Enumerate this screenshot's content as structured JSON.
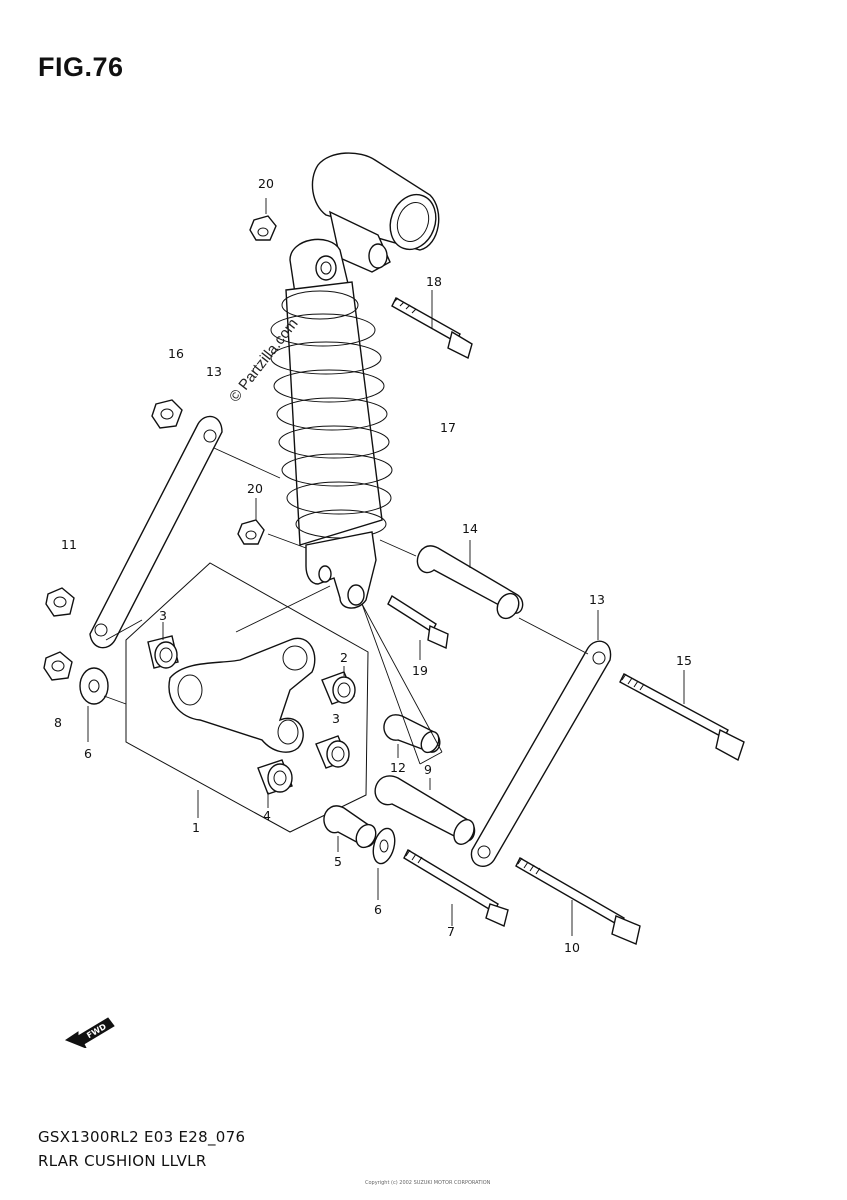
{
  "figure": {
    "title": "FIG.76",
    "code": "GSX1300RL2 E03 E28_076",
    "name": "RLAR CUSHION LLVLR",
    "watermark": "© Partzilla.com",
    "copyright_small": "Copyright (c) 2002 SUZUKI MOTOR CORPORATION",
    "forward_badge": "FWD"
  },
  "callouts": [
    {
      "label": "1"
    },
    {
      "label": "2"
    },
    {
      "label": "3"
    },
    {
      "label": "3"
    },
    {
      "label": "4"
    },
    {
      "label": "5"
    },
    {
      "label": "6"
    },
    {
      "label": "6"
    },
    {
      "label": "7"
    },
    {
      "label": "8"
    },
    {
      "label": "9"
    },
    {
      "label": "10"
    },
    {
      "label": "11"
    },
    {
      "label": "12"
    },
    {
      "label": "13"
    },
    {
      "label": "13"
    },
    {
      "label": "14"
    },
    {
      "label": "15"
    },
    {
      "label": "16"
    },
    {
      "label": "17"
    },
    {
      "label": "18"
    },
    {
      "label": "19"
    },
    {
      "label": "20"
    },
    {
      "label": "20"
    }
  ]
}
